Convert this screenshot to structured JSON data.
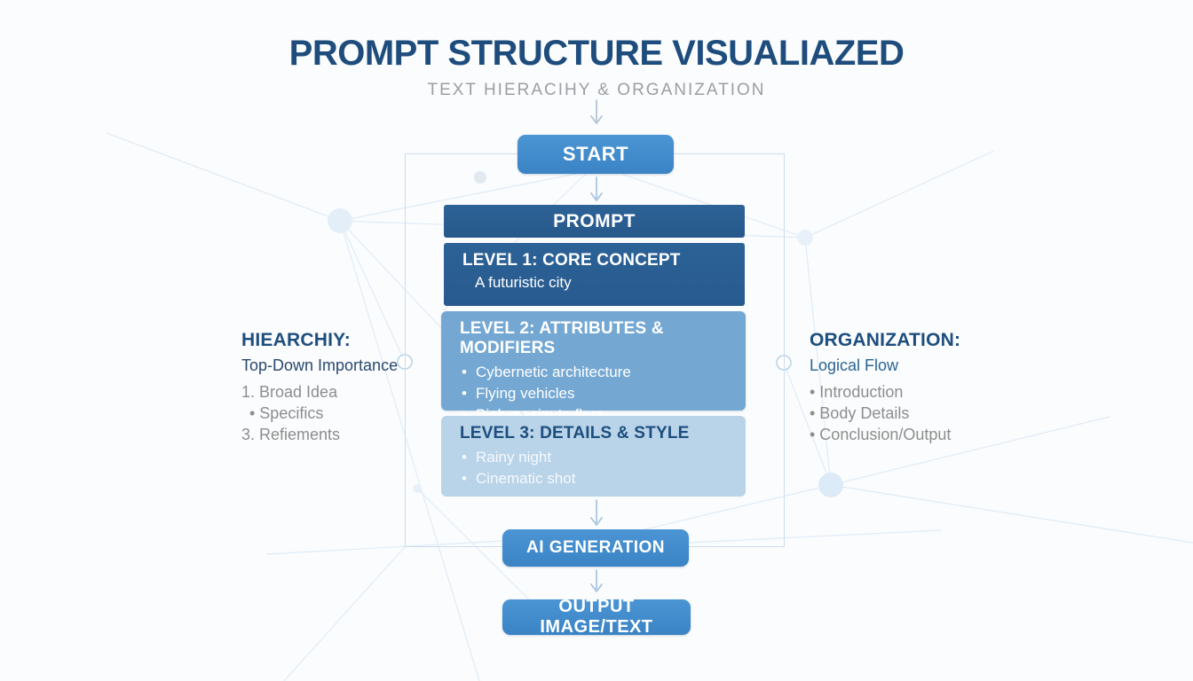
{
  "title": "PROMPT STRUCTURE VISUALIAZED",
  "subtitle": "TEXT HIERACIHY & ORGANIZATION",
  "flow": {
    "start_label": "START",
    "prompt_label": "PROMPT",
    "levels": [
      {
        "heading": "LEVEL 1: CORE CONCEPT",
        "items": [
          "A futuristic city"
        ]
      },
      {
        "heading": "LEVEL 2: ATTRIBUTES & MODIFIERS",
        "items": [
          "Cybernetic architecture",
          "Flying vehicles",
          "Biolumasinute flora"
        ]
      },
      {
        "heading": "LEVEL 3: DETAILS & STYLE",
        "items": [
          "Rainy night",
          "Cinematic shot"
        ]
      }
    ],
    "ai_label": "AI GENERATION",
    "output_label": "OUTPUT IMAGE/TEXT"
  },
  "left_panel": {
    "heading": "HIEARCHIY:",
    "subheading": "Top-Down Importance",
    "items": [
      "1. Broad Idea",
      "•  Specifics",
      "3. Refiements"
    ]
  },
  "right_panel": {
    "heading": "ORGANIZATION:",
    "subheading": "Logical Flow",
    "items": [
      "•  Introduction",
      "•  Body Details",
      "•  Conclusion/Output"
    ]
  },
  "colors": {
    "title_navy": "#1e4d7d",
    "subtitle_gray": "#9b9ea2",
    "pill_blue": "#3e88c9",
    "dark_box_blue": "#2a5e92",
    "level2_blue": "#74a8d3",
    "level3_light_blue": "#b9d3e9",
    "arrow_blue": "#a9c6e0",
    "frame_border": "#cdddee",
    "list_gray": "#8d8d8d"
  }
}
